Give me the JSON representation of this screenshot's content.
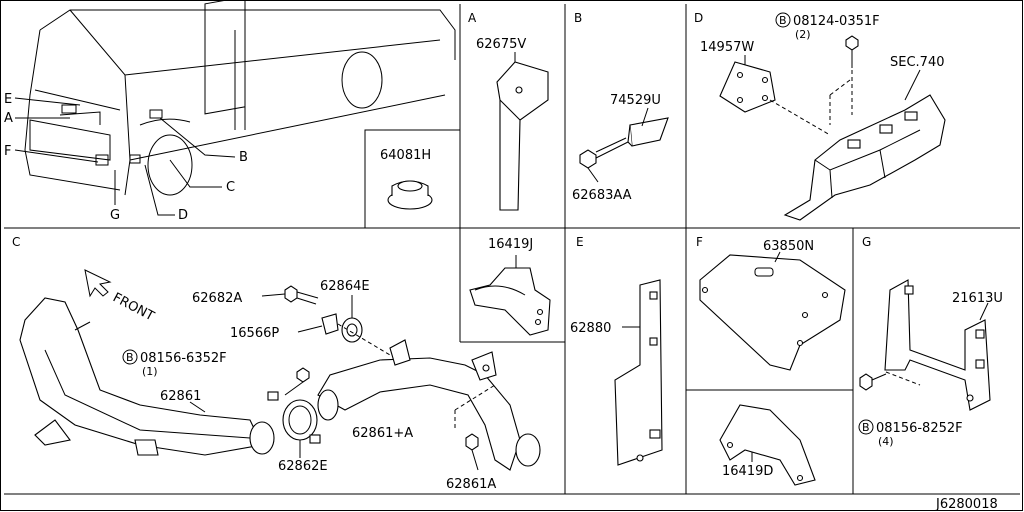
{
  "diagram_id": "J6280018",
  "sections": {
    "A": "A",
    "B": "B",
    "C": "C",
    "D": "D",
    "E": "E",
    "F": "F",
    "G": "G"
  },
  "vehicle_callouts": {
    "E": "E",
    "A": "A",
    "F": "F",
    "G": "G",
    "D": "D",
    "C": "C",
    "B": "B"
  },
  "parts": {
    "p64081H": "64081H",
    "p62675V": "62675V",
    "p74529U": "74529U",
    "p62683AA": "62683AA",
    "p14957W": "14957W",
    "bolt_d_code": "08124-0351F",
    "bolt_d_qty": "(2)",
    "sec740": "SEC.740",
    "p16419J": "16419J",
    "front": "FRONT",
    "p62682A": "62682A",
    "p62864E": "62864E",
    "p16566P": "16566P",
    "bolt_c_code": "08156-6352F",
    "bolt_c_qty": "(1)",
    "p62861": "62861",
    "p62861A_plus": "62861+A",
    "p62862E": "62862E",
    "p62861A": "62861A",
    "p62880": "62880",
    "p63850N": "63850N",
    "p16419D": "16419D",
    "p21613U": "21613U",
    "bolt_g_code": "08156-8252F",
    "bolt_g_qty": "(4)"
  },
  "bolt_marker": "B"
}
